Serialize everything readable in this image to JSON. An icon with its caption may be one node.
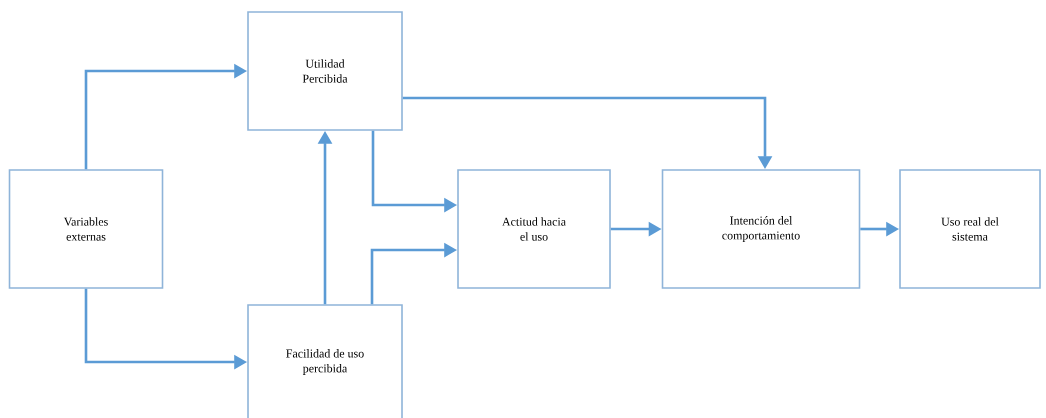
{
  "diagram": {
    "nodes": [
      {
        "text": [
          "Variables externas"
        ]
      },
      {
        "text": [
          "Utilidad Percibida"
        ]
      },
      {
        "text": [
          "Facilidad de uso percibida"
        ]
      },
      {
        "text": [
          "Actitud hacia el uso"
        ]
      },
      {
        "text": [
          "Intención del comportamiento"
        ]
      },
      {
        "text": [
          "Uso real del sistema"
        ]
      }
    ],
    "edges": [
      {
        "from": 0,
        "to": 1,
        "arrow": "to"
      },
      {
        "from": 0,
        "to": 2,
        "arrow": "to"
      },
      {
        "from": 2,
        "to": 1,
        "arrow": "to"
      },
      {
        "from": 1,
        "to": 3,
        "arrow": "to"
      },
      {
        "from": 2,
        "to": 3,
        "arrow": "to"
      },
      {
        "from": 1,
        "to": 4,
        "arrow": "to"
      },
      {
        "from": 3,
        "to": 4,
        "arrow": "to"
      },
      {
        "from": 4,
        "to": 5,
        "arrow": "to"
      }
    ]
  }
}
